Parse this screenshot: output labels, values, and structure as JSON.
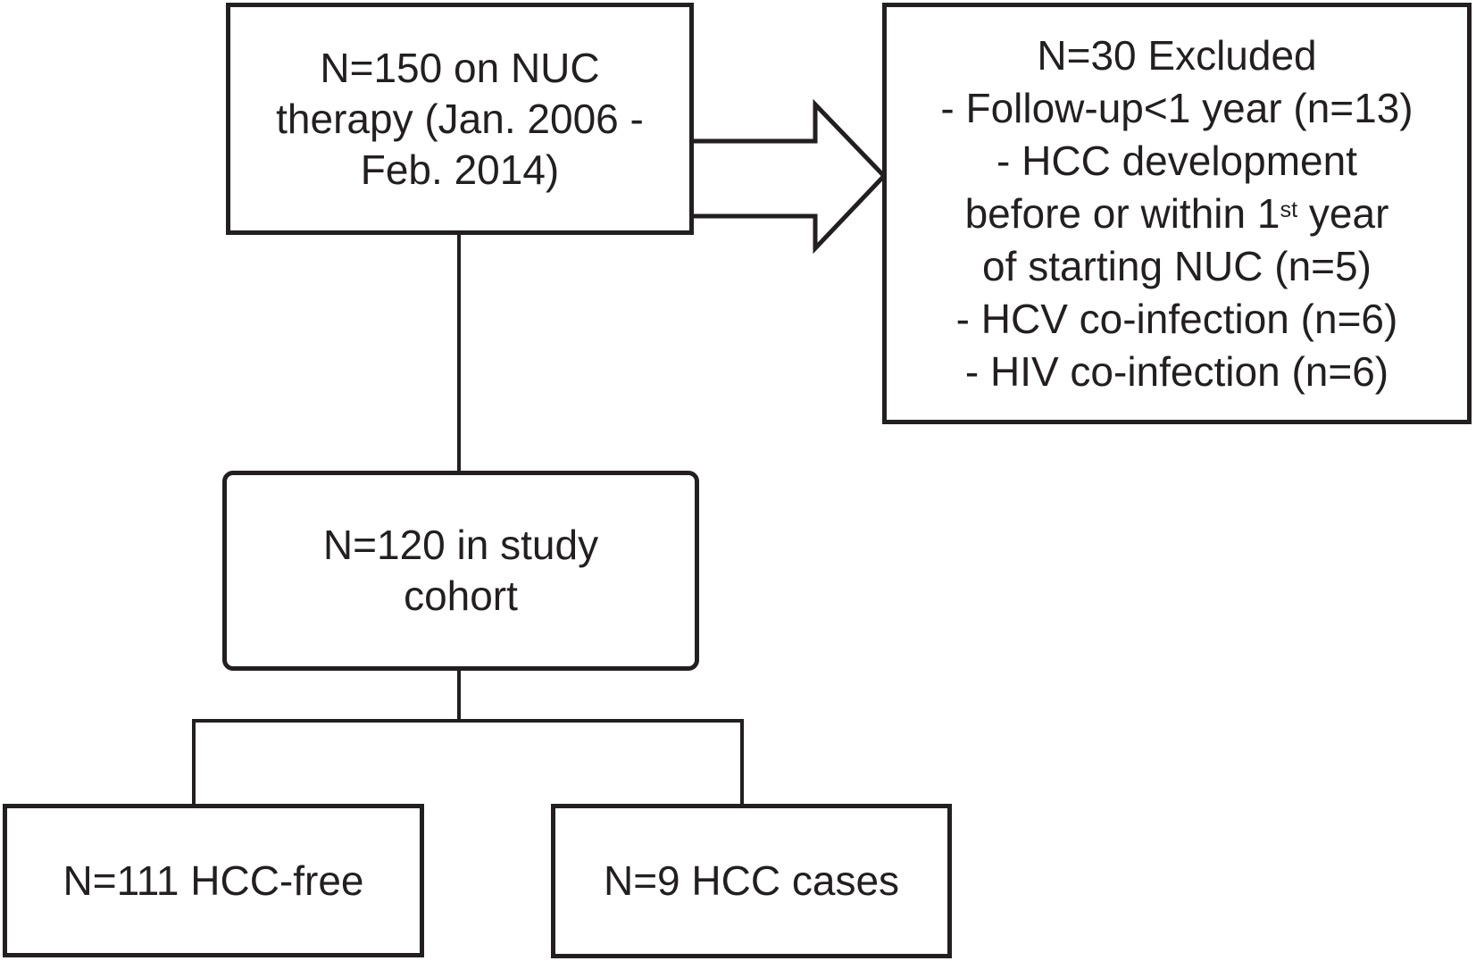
{
  "figure": {
    "type": "flowchart",
    "description": "Study cohort flow diagram"
  },
  "colors": {
    "ink": "#231f20",
    "background": "#ffffff"
  },
  "boxes": {
    "nuc": {
      "line1": "N=150 on NUC",
      "line2": "therapy (Jan. 2006 -",
      "line3": "Feb. 2014)"
    },
    "excluded": {
      "line1": "N=30 Excluded",
      "line2": "- Follow-up<1 year (n=13)",
      "line3": "- HCC development",
      "line4_pre": "before or within 1",
      "line4_sup": "st",
      "line4_post": " year",
      "line5": "of starting NUC (n=5)",
      "line6": "- HCV co-infection (n=6)",
      "line7": "- HIV co-infection (n=6)"
    },
    "cohort": {
      "line1": "N=120 in study",
      "line2": "cohort"
    },
    "hcc_free": {
      "label": "N=111 HCC-free"
    },
    "hcc_cases": {
      "label": "N=9 HCC cases"
    }
  },
  "flow": {
    "edges": [
      {
        "from": "nuc",
        "to": "excluded",
        "style": "hollow-block-arrow"
      },
      {
        "from": "nuc",
        "to": "cohort",
        "style": "line"
      },
      {
        "from": "cohort",
        "to": "hcc_free",
        "style": "elbow-line"
      },
      {
        "from": "cohort",
        "to": "hcc_cases",
        "style": "elbow-line"
      }
    ]
  }
}
